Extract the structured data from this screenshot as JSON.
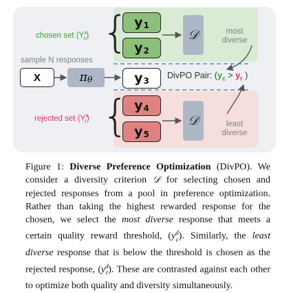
{
  "figure": {
    "chosen_label": "chosen set (Y",
    "chosen_label_sub": "c",
    "chosen_label_sup": "x",
    "rejected_label": "rejected set (Y",
    "rejected_label_sub": "r",
    "rejected_label_sup": "x",
    "sample_label": "sample N responses",
    "x_label": "X",
    "policy_symbol": "π",
    "policy_sub": "θ",
    "y_main": "y",
    "responses": [
      {
        "sub": "1"
      },
      {
        "sub": "2"
      },
      {
        "sub": "3"
      },
      {
        "sub": "4"
      },
      {
        "sub": "5"
      }
    ],
    "criterion_symbol": "𝒟",
    "most_diverse": [
      "most",
      "diverse"
    ],
    "least_diverse": [
      "least",
      "diverse"
    ],
    "pair_prefix": "DivPO Pair: (",
    "pair_c": "y",
    "pair_c_sub": "c",
    "pair_gt": " > ",
    "pair_r": "y",
    "pair_r_sub": "r",
    "pair_suffix": " )",
    "colors": {
      "green_text": "#3c9b36",
      "red_text": "#d8356a",
      "green_box": "#8cc07a",
      "red_box": "#de8381",
      "grey_box": "#aeb7c6"
    }
  },
  "caption": {
    "prefix": "Figure 1: ",
    "title": "Diverse Preference Optimization",
    "t1": " (DivPO). We consider a diversity criterion ",
    "d_symbol": "𝒟",
    "t2": " for selecting chosen and rejected responses from a pool in preference optimization. Rather than taking the highest rewarded response for the chosen, we select the ",
    "most": "most diverse",
    "t3": " response that meets a certain quality reward threshold, (",
    "yc": "y",
    "yc_sup": "d",
    "yc_sub": "c",
    "t4": "). Similarly, the ",
    "least": "least diverse",
    "t5": " response that is below the threshold is chosen as the rejected response, (",
    "yr": "y",
    "yr_sup": "d",
    "yr_sub": "r",
    "t6": "). These are contrasted against each other to optimize both quality and diversity simultaneously."
  }
}
